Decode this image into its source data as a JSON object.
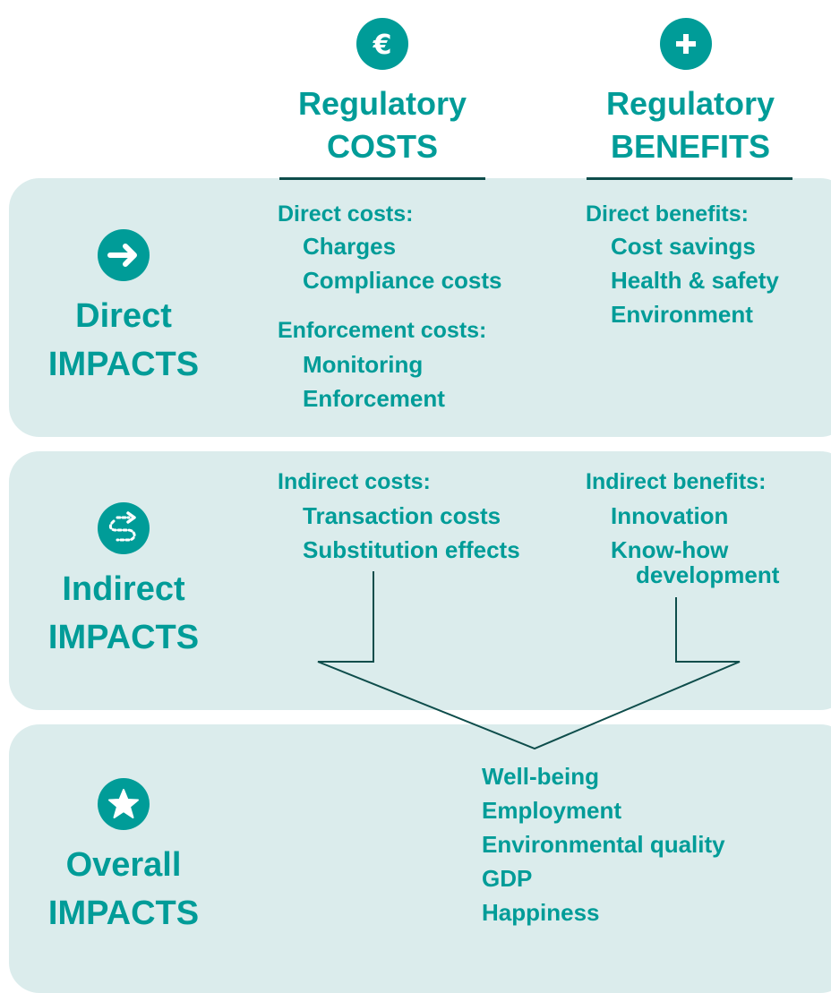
{
  "colors": {
    "teal": "#009c98",
    "panel": "#dbecec",
    "rule": "#0e4d4b"
  },
  "columns": {
    "costs": {
      "icon": "euro-icon",
      "line1": "Regulatory",
      "line2": "COSTS"
    },
    "benefits": {
      "icon": "plus-icon",
      "line1": "Regulatory",
      "line2": "BENEFITS"
    }
  },
  "rows": {
    "direct": {
      "icon": "arrow-right-icon",
      "line1": "Direct",
      "line2": "IMPACTS",
      "costs_heading": "Direct costs:",
      "costs_items": [
        "Charges",
        "Compliance costs"
      ],
      "enforcement_heading": "Enforcement costs:",
      "enforcement_items": [
        "Monitoring",
        "Enforcement"
      ],
      "benefits_heading": "Direct benefits:",
      "benefits_items": [
        "Cost savings",
        "Health & safety",
        "Environment"
      ]
    },
    "indirect": {
      "icon": "winding-path-icon",
      "line1": "Indirect",
      "line2": "IMPACTS",
      "costs_heading": "Indirect costs:",
      "costs_items": [
        "Transaction costs",
        "Substitution effects"
      ],
      "benefits_heading": "Indirect benefits:",
      "benefits_items": [
        "Innovation",
        "Know-how",
        "development"
      ]
    },
    "overall": {
      "icon": "star-icon",
      "line1": "Overall",
      "line2": "IMPACTS",
      "items": [
        "Well-being",
        "Employment",
        "Environmental quality",
        "GDP",
        "Happiness"
      ]
    }
  }
}
